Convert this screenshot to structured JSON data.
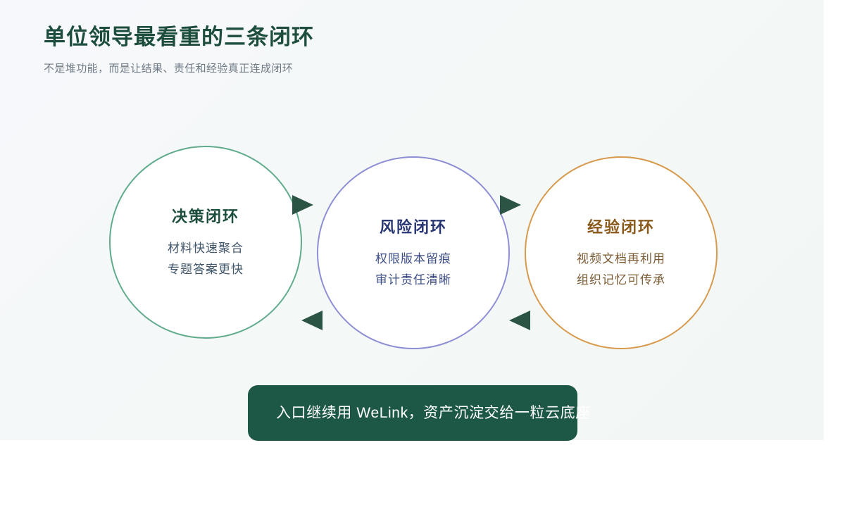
{
  "header": {
    "title": "单位领导最看重的三条闭环",
    "subtitle": "不是堆功能，而是让结果、责任和经验真正连成闭环"
  },
  "loops": [
    {
      "name": "decision",
      "title": "决策闭环",
      "lines": [
        "材料快速聚合",
        "专题答案更快"
      ],
      "border_color": "#60ab8c",
      "title_color": "#1d4d3c"
    },
    {
      "name": "risk",
      "title": "风险闭环",
      "lines": [
        "权限版本留痕",
        "审计责任清晰"
      ],
      "border_color": "#8d8ed4",
      "title_color": "#2a3775"
    },
    {
      "name": "experience",
      "title": "经验闭环",
      "lines": [
        "视频文档再利用",
        "组织记忆可传承"
      ],
      "border_color": "#d79a4d",
      "title_color": "#8a5a1c"
    }
  ],
  "arrows": [
    {
      "name": "arrow-decision-to-risk",
      "direction": "right",
      "icon": "triangle-right-icon"
    },
    {
      "name": "arrow-risk-to-experience",
      "direction": "right",
      "icon": "triangle-right-icon"
    },
    {
      "name": "arrow-risk-to-decision",
      "direction": "left",
      "icon": "triangle-left-icon"
    },
    {
      "name": "arrow-experience-to-risk",
      "direction": "left",
      "icon": "triangle-left-icon"
    }
  ],
  "footer": {
    "text": "入口继续用 WeLink，资产沉淀交给一粒云底座",
    "background_color": "#1d5846",
    "text_color": "#ffffff"
  },
  "theme": {
    "canvas_gradient_start": "#f7f8fc",
    "canvas_gradient_end": "#f2f7f5",
    "arrow_color": "#2b5445",
    "subtitle_color": "#6f7a85"
  }
}
